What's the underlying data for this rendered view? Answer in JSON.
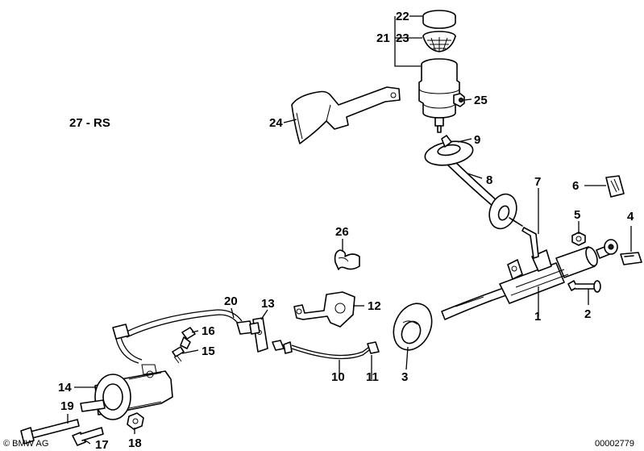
{
  "model_label": "27 - RS",
  "copyright": "© BMW AG",
  "diagram_number": "00002779",
  "callouts": {
    "c1": "1",
    "c2": "2",
    "c3": "3",
    "c4": "4",
    "c5": "5",
    "c6": "6",
    "c7": "7",
    "c8": "8",
    "c9": "9",
    "c10": "10",
    "c11": "11",
    "c12": "12",
    "c13": "13",
    "c14": "14",
    "c15": "15",
    "c16": "16",
    "c17": "17",
    "c18": "18",
    "c19": "19",
    "c20": "20",
    "c21": "21",
    "c22": "22",
    "c23": "23",
    "c24": "24",
    "c25": "25",
    "c26": "26"
  }
}
